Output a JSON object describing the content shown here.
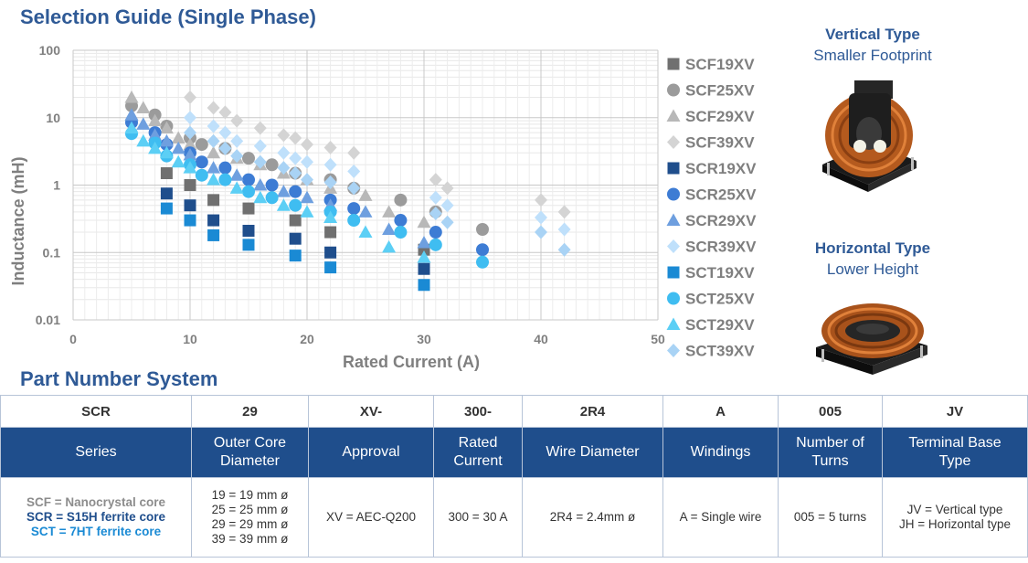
{
  "title": "Selection Guide (Single Phase)",
  "chart_data": {
    "type": "scatter",
    "xlabel": "Rated Current (A)",
    "ylabel": "Inductance (mH)",
    "xlim": [
      0,
      50
    ],
    "ylim": [
      0.01,
      100
    ],
    "yscale": "log",
    "x_ticks": [
      "0",
      "10",
      "20",
      "30",
      "40",
      "50"
    ],
    "y_ticks": [
      "100",
      "10",
      "1",
      "0.1",
      "0.01"
    ],
    "grid": true,
    "legend_position": "right",
    "series": [
      {
        "name": "SCF19XV",
        "marker": "square",
        "color": "#707070",
        "points": [
          [
            8,
            1.5
          ],
          [
            10,
            1.0
          ],
          [
            12,
            0.6
          ],
          [
            15,
            0.45
          ],
          [
            19,
            0.3
          ],
          [
            22,
            0.2
          ],
          [
            30,
            0.11
          ]
        ]
      },
      {
        "name": "SCF25XV",
        "marker": "circle",
        "color": "#9b9b9b",
        "points": [
          [
            5,
            15
          ],
          [
            7,
            11
          ],
          [
            8,
            7.5
          ],
          [
            10,
            5
          ],
          [
            11,
            4
          ],
          [
            13,
            3.5
          ],
          [
            15,
            2.5
          ],
          [
            17,
            2.0
          ],
          [
            19,
            1.5
          ],
          [
            22,
            1.2
          ],
          [
            24,
            0.9
          ],
          [
            28,
            0.6
          ],
          [
            31,
            0.4
          ],
          [
            35,
            0.22
          ]
        ]
      },
      {
        "name": "SCF29XV",
        "marker": "triangle",
        "color": "#b8b8b8",
        "points": [
          [
            5,
            20
          ],
          [
            6,
            14
          ],
          [
            7,
            9
          ],
          [
            8,
            7
          ],
          [
            9,
            5
          ],
          [
            10,
            4
          ],
          [
            12,
            3
          ],
          [
            14,
            2.5
          ],
          [
            16,
            2.0
          ],
          [
            18,
            1.5
          ],
          [
            20,
            1.2
          ],
          [
            22,
            0.9
          ],
          [
            25,
            0.7
          ],
          [
            27,
            0.4
          ],
          [
            30,
            0.28
          ]
        ]
      },
      {
        "name": "SCF39XV",
        "marker": "diamond",
        "color": "#d4d4d4",
        "points": [
          [
            10,
            20
          ],
          [
            12,
            14
          ],
          [
            13,
            12
          ],
          [
            14,
            9
          ],
          [
            16,
            7
          ],
          [
            18,
            5.5
          ],
          [
            19,
            5
          ],
          [
            20,
            4
          ],
          [
            22,
            3.6
          ],
          [
            24,
            3
          ],
          [
            31,
            1.2
          ],
          [
            32,
            0.9
          ],
          [
            40,
            0.6
          ],
          [
            42,
            0.4
          ]
        ]
      },
      {
        "name": "SCR19XV",
        "marker": "square",
        "color": "#1f4e8c",
        "points": [
          [
            8,
            0.75
          ],
          [
            10,
            0.5
          ],
          [
            12,
            0.3
          ],
          [
            15,
            0.21
          ],
          [
            19,
            0.16
          ],
          [
            22,
            0.1
          ],
          [
            30,
            0.057
          ]
        ]
      },
      {
        "name": "SCR25XV",
        "marker": "circle",
        "color": "#3d7cd4",
        "points": [
          [
            5,
            8.5
          ],
          [
            7,
            6
          ],
          [
            8,
            4
          ],
          [
            10,
            3
          ],
          [
            11,
            2.2
          ],
          [
            13,
            1.8
          ],
          [
            15,
            1.2
          ],
          [
            17,
            1.0
          ],
          [
            19,
            0.8
          ],
          [
            22,
            0.6
          ],
          [
            24,
            0.45
          ],
          [
            28,
            0.3
          ],
          [
            31,
            0.2
          ],
          [
            35,
            0.11
          ]
        ]
      },
      {
        "name": "SCR29XV",
        "marker": "triangle",
        "color": "#6e9fdf",
        "points": [
          [
            5,
            11
          ],
          [
            6,
            8
          ],
          [
            7,
            5.5
          ],
          [
            8,
            4.5
          ],
          [
            9,
            3.5
          ],
          [
            10,
            2.8
          ],
          [
            12,
            1.8
          ],
          [
            14,
            1.4
          ],
          [
            16,
            1.0
          ],
          [
            18,
            0.8
          ],
          [
            20,
            0.65
          ],
          [
            22,
            0.5
          ],
          [
            25,
            0.4
          ],
          [
            27,
            0.22
          ],
          [
            30,
            0.14
          ]
        ]
      },
      {
        "name": "SCR39XV",
        "marker": "diamond",
        "color": "#bfe0fb",
        "points": [
          [
            10,
            10
          ],
          [
            12,
            7.5
          ],
          [
            13,
            6
          ],
          [
            14,
            4.5
          ],
          [
            16,
            3.8
          ],
          [
            18,
            3
          ],
          [
            19,
            2.5
          ],
          [
            20,
            2.2
          ],
          [
            22,
            2
          ],
          [
            24,
            1.6
          ],
          [
            31,
            0.65
          ],
          [
            32,
            0.5
          ],
          [
            40,
            0.33
          ],
          [
            42,
            0.22
          ]
        ]
      },
      {
        "name": "SCT19XV",
        "marker": "square",
        "color": "#1a8ad4",
        "points": [
          [
            8,
            0.45
          ],
          [
            10,
            0.3
          ],
          [
            12,
            0.18
          ],
          [
            15,
            0.13
          ],
          [
            19,
            0.09
          ],
          [
            22,
            0.06
          ],
          [
            30,
            0.033
          ]
        ]
      },
      {
        "name": "SCT25XV",
        "marker": "circle",
        "color": "#3fbdf1",
        "points": [
          [
            5,
            5.8
          ],
          [
            7,
            4.2
          ],
          [
            8,
            2.7
          ],
          [
            10,
            2.0
          ],
          [
            11,
            1.4
          ],
          [
            13,
            1.2
          ],
          [
            15,
            0.8
          ],
          [
            17,
            0.65
          ],
          [
            19,
            0.5
          ],
          [
            22,
            0.4
          ],
          [
            24,
            0.3
          ],
          [
            28,
            0.2
          ],
          [
            31,
            0.13
          ],
          [
            35,
            0.072
          ]
        ]
      },
      {
        "name": "SCT29XV",
        "marker": "triangle",
        "color": "#5ccff5",
        "points": [
          [
            5,
            7
          ],
          [
            6,
            4.5
          ],
          [
            7,
            3.5
          ],
          [
            8,
            3
          ],
          [
            9,
            2.2
          ],
          [
            10,
            1.8
          ],
          [
            12,
            1.2
          ],
          [
            14,
            0.9
          ],
          [
            16,
            0.65
          ],
          [
            18,
            0.5
          ],
          [
            20,
            0.4
          ],
          [
            22,
            0.33
          ],
          [
            25,
            0.2
          ],
          [
            27,
            0.12
          ],
          [
            30,
            0.085
          ]
        ]
      },
      {
        "name": "SCT39XV",
        "marker": "diamond",
        "color": "#a9d3f5",
        "points": [
          [
            10,
            6
          ],
          [
            12,
            4.5
          ],
          [
            13,
            3.5
          ],
          [
            14,
            2.7
          ],
          [
            16,
            2.2
          ],
          [
            18,
            1.8
          ],
          [
            19,
            1.5
          ],
          [
            20,
            1.2
          ],
          [
            22,
            1.1
          ],
          [
            24,
            0.9
          ],
          [
            31,
            0.38
          ],
          [
            32,
            0.28
          ],
          [
            40,
            0.2
          ],
          [
            42,
            0.11
          ]
        ]
      }
    ]
  },
  "side": {
    "vertical_title": "Vertical Type",
    "vertical_sub": "Smaller Footprint",
    "horizontal_title": "Horizontal Type",
    "horizontal_sub": "Lower Height"
  },
  "part_number": {
    "heading": "Part Number System",
    "codes": [
      "SCR",
      "29",
      "XV-",
      "300-",
      "2R4",
      "A",
      "005",
      "JV"
    ],
    "headers": [
      [
        "Series"
      ],
      [
        "Outer Core",
        "Diameter"
      ],
      [
        "Approval"
      ],
      [
        "Rated",
        "Current"
      ],
      [
        "Wire Diameter"
      ],
      [
        "Windings"
      ],
      [
        "Number of",
        "Turns"
      ],
      [
        "Terminal Base",
        "Type"
      ]
    ],
    "series_lines": [
      "SCF = Nanocrystal core",
      "SCR = S15H ferrite core",
      "SCT = 7HT ferrite core"
    ],
    "diameter_lines": [
      "19 = 19 mm ø",
      "25 = 25 mm ø",
      "29 = 29 mm ø",
      "39 = 39 mm ø"
    ],
    "approval": "XV = AEC-Q200",
    "rated_current": "300 = 30 A",
    "wire_diameter": "2R4 = 2.4mm ø",
    "windings": "A = Single wire",
    "turns": "005 = 5 turns",
    "terminal_lines": [
      "JV = Vertical type",
      "JH = Horizontal type"
    ]
  }
}
